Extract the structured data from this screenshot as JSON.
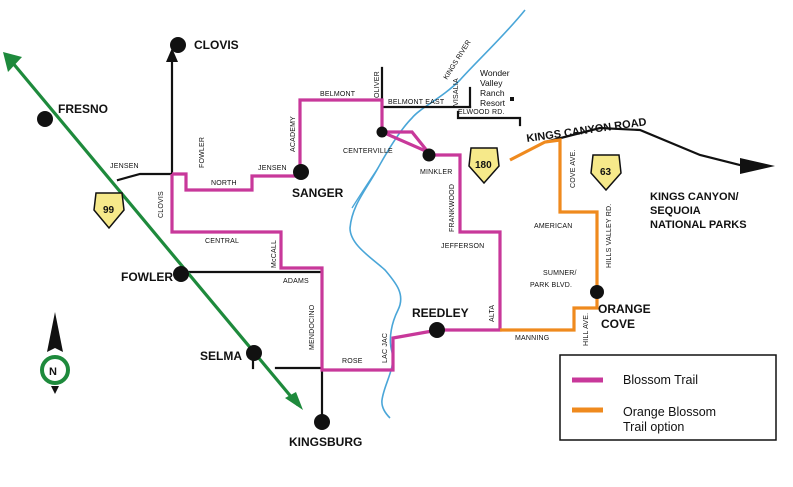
{
  "cities": {
    "clovis": "CLOVIS",
    "fresno": "FRESNO",
    "sanger": "SANGER",
    "fowler": "FOWLER",
    "selma": "SELMA",
    "kingsburg": "KINGSBURG",
    "reedley": "REEDLEY",
    "orange_cove": [
      "ORANGE",
      "COVE"
    ],
    "centerville": "CENTERVILLE",
    "minkler": "MINKLER"
  },
  "roads": {
    "jensen_west": "JENSEN",
    "jensen_east": "JENSEN",
    "fowler": "FOWLER",
    "north": "NORTH",
    "academy": "ACADEMY",
    "belmont": "BELMONT",
    "oliver": "OLIVER",
    "belmont_east": "BELMONT EAST",
    "elwood": "ELWOOD RD.",
    "clovis": "CLOVIS",
    "central": "CENTRAL",
    "mccall": "McCALL",
    "adams": "ADAMS",
    "mendocino": "MENDOCINO",
    "rose": "ROSE",
    "lac_jac": "LAC JAC",
    "frankwood": "FRANKWOOD",
    "jefferson": "JEFFERSON",
    "alta": "ALTA",
    "manning": "MANNING",
    "american": "AMERICAN",
    "cove_ave": "COVE AVE.",
    "hills_valley": "HILLS VALLEY RD.",
    "sumner": [
      "SUMNER/",
      "PARK BLVD."
    ],
    "hill_ave": "HILL AVE.",
    "kings_canyon_road": "KINGS CANYON ROAD",
    "visalia": "VISALIA"
  },
  "river_label": "KINGS RIVER",
  "poi": [
    "Wonder",
    "Valley",
    "Ranch",
    "Resort"
  ],
  "destination": [
    "KINGS CANYON/",
    "SEQUOIA",
    "NATIONAL PARKS"
  ],
  "highway_shields": [
    "99",
    "180",
    "63"
  ],
  "compass": "N",
  "legend": {
    "items": [
      {
        "label": [
          "Blossom Trail"
        ],
        "color": "#c8389a"
      },
      {
        "label": [
          "Orange Blossom",
          "Trail option"
        ],
        "color": "#ef8a1e"
      }
    ]
  },
  "colors": {
    "blossom_trail": "#c8389a",
    "orange_trail": "#ef8a1e",
    "highway_99": "#1e8a3c",
    "river": "#4aa6d8",
    "shield": "#f6e98a"
  }
}
